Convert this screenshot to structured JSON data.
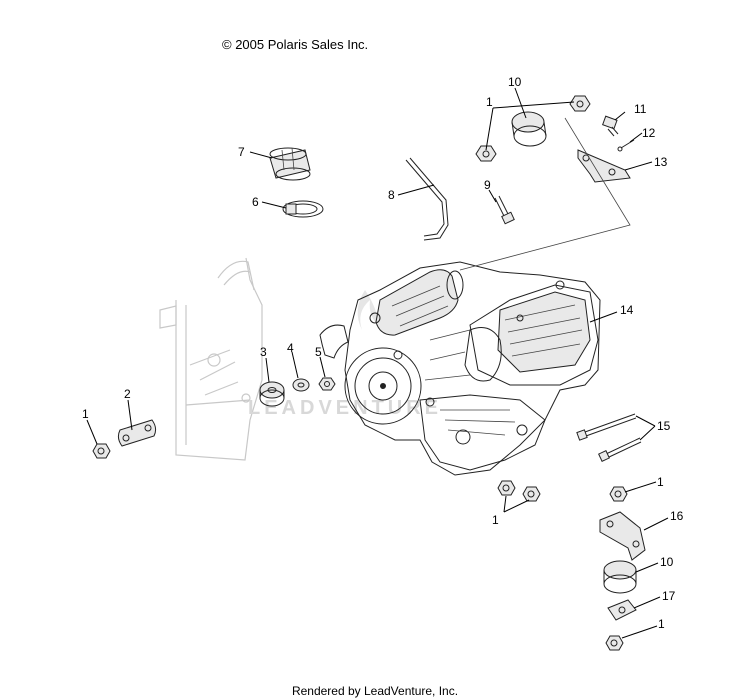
{
  "header": {
    "copyright": "© 2005 Polaris Sales Inc."
  },
  "footer": {
    "rendered_by": "Rendered by LeadVenture, Inc."
  },
  "watermark": {
    "text": "LEADVENTURE"
  },
  "callouts": {
    "c1a": "1",
    "c10a": "10",
    "c11": "11",
    "c12": "12",
    "c13": "13",
    "c7": "7",
    "c6": "6",
    "c8": "8",
    "c9": "9",
    "c14": "14",
    "c3": "3",
    "c4": "4",
    "c5": "5",
    "c2": "2",
    "c1b": "1",
    "c15": "15",
    "c1c": "1",
    "c1d": "1",
    "c16": "16",
    "c10b": "10",
    "c17": "17",
    "c1e": "1"
  }
}
